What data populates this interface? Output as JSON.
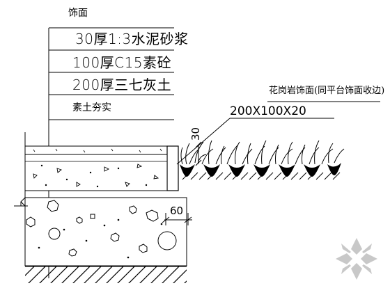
{
  "callout_title": "饰面",
  "layers": [
    "30厚1:3水泥砂浆",
    "100厚C15素砼",
    "200厚三七灰土",
    "素土夯实"
  ],
  "granite_note": "花岗岩饰面(同平台饰面收边)",
  "stone_size": "200X100X20",
  "dim_depth": "30",
  "dim_gap": "60",
  "colors": {
    "line": "#000000",
    "watermark": "#c8c8c8"
  }
}
